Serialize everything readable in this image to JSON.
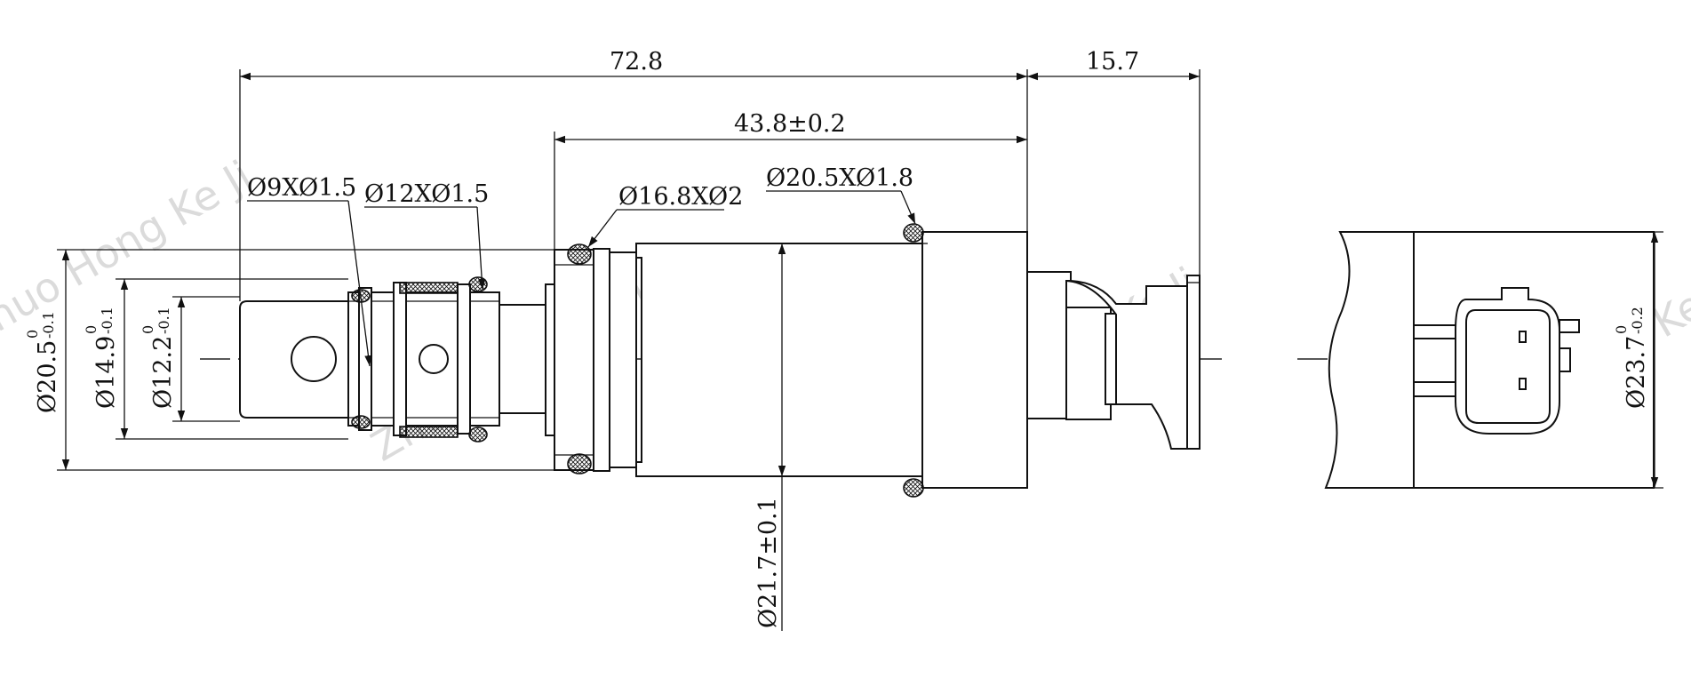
{
  "dimensions": {
    "overall_length": "72.8",
    "connector_length": "15.7",
    "body_length": "43.8±0.2",
    "seal_1": "Ø9XØ1.5",
    "seal_2": "Ø12XØ1.5",
    "seal_3": "Ø16.8XØ2",
    "seal_4": "Ø20.5XØ1.8",
    "dia_1": {
      "value": "Ø20.5",
      "upper": "0",
      "lower": "-0.1"
    },
    "dia_2": {
      "value": "Ø14.9",
      "upper": "0",
      "lower": "-0.1"
    },
    "dia_3": {
      "value": "Ø12.2",
      "upper": "0",
      "lower": "-0.1"
    },
    "body_dia": "Ø21.7±0.1",
    "side_dia": {
      "value": "Ø23.7",
      "upper": "0",
      "lower": "-0.2"
    }
  },
  "watermark": "Zhuo Hong Ke Ji",
  "colors": {
    "line": "#111111",
    "background": "#ffffff",
    "watermark": "#cfcfcf"
  }
}
